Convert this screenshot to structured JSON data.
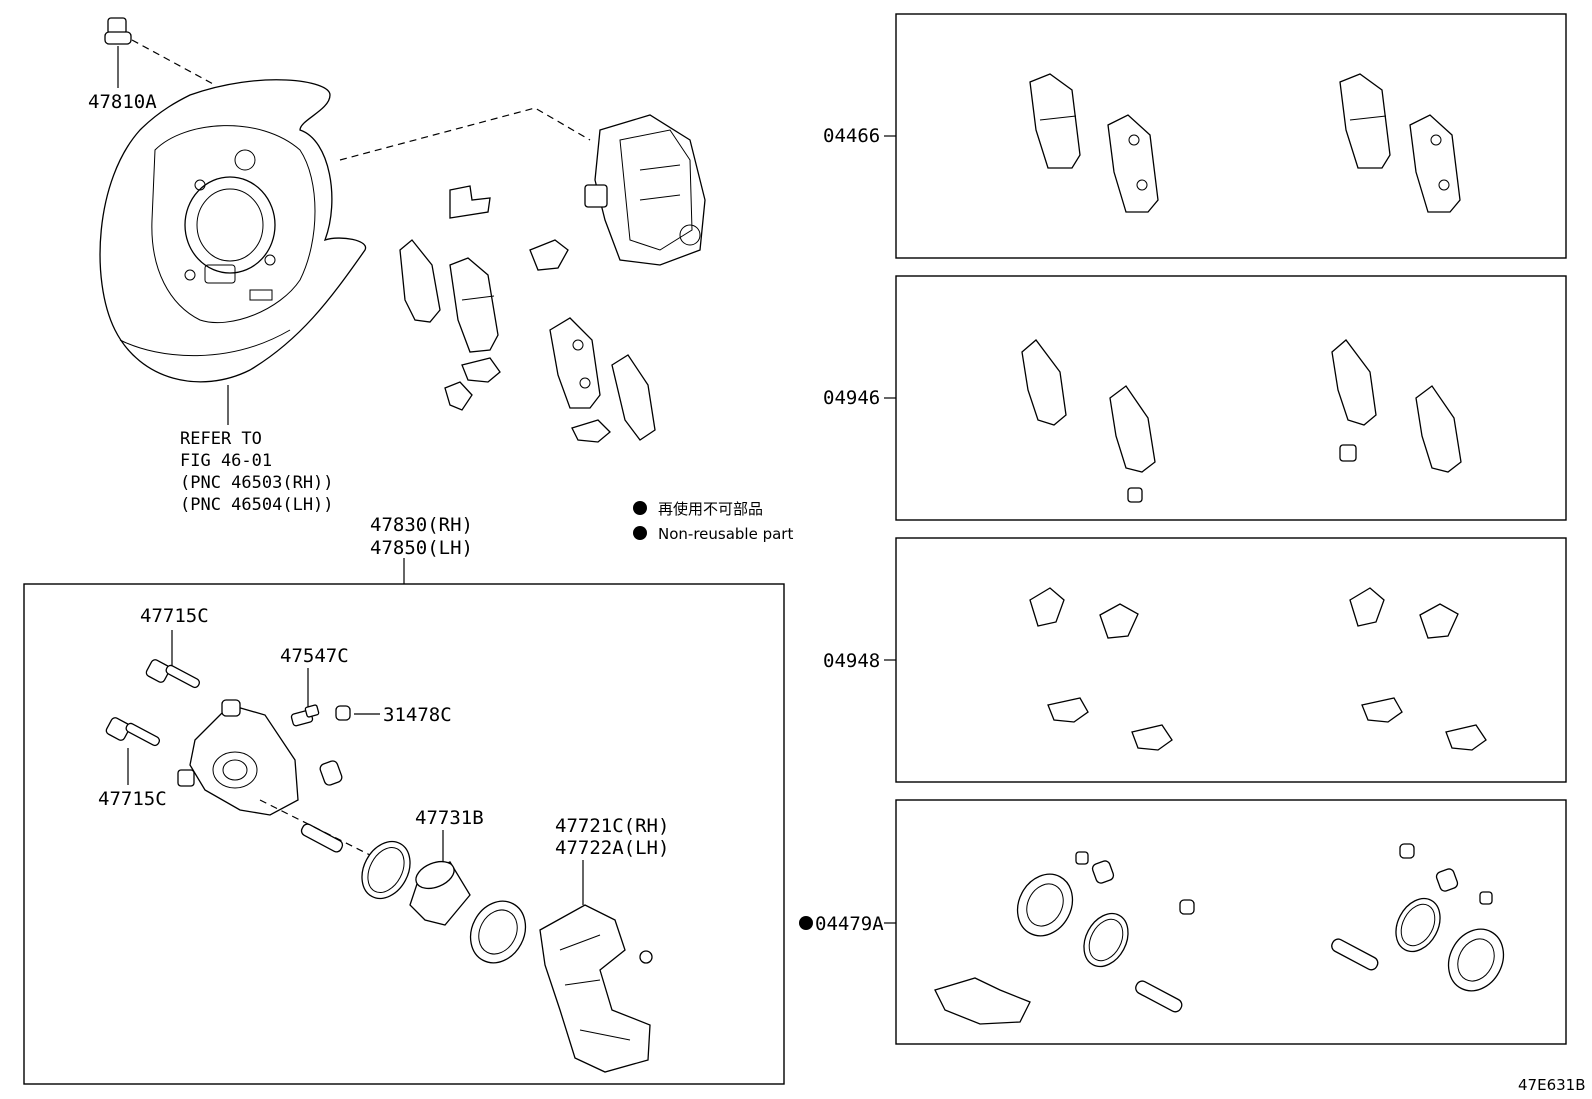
{
  "labels": {
    "p47810A": "47810A",
    "refer1": "REFER TO",
    "refer2": "FIG 46-01",
    "refer3": "(PNC 46503(RH))",
    "refer4": "(PNC 46504(LH))",
    "caliperRH": "47830(RH)",
    "caliperLH": "47850(LH)",
    "p47715C_top": "47715C",
    "p47715C_bottom": "47715C",
    "p47547C": "47547C",
    "p31478C": "31478C",
    "p47731B": "47731B",
    "mountRH": "47721C(RH)",
    "mountLH": "47722A(LH)",
    "kit04466": "04466",
    "kit04946": "04946",
    "kit04948": "04948",
    "kit04479A": "04479A",
    "figure_code": "47E631B"
  },
  "legend": {
    "japanese": "再使用不可部品",
    "english": "Non-reusable part"
  }
}
